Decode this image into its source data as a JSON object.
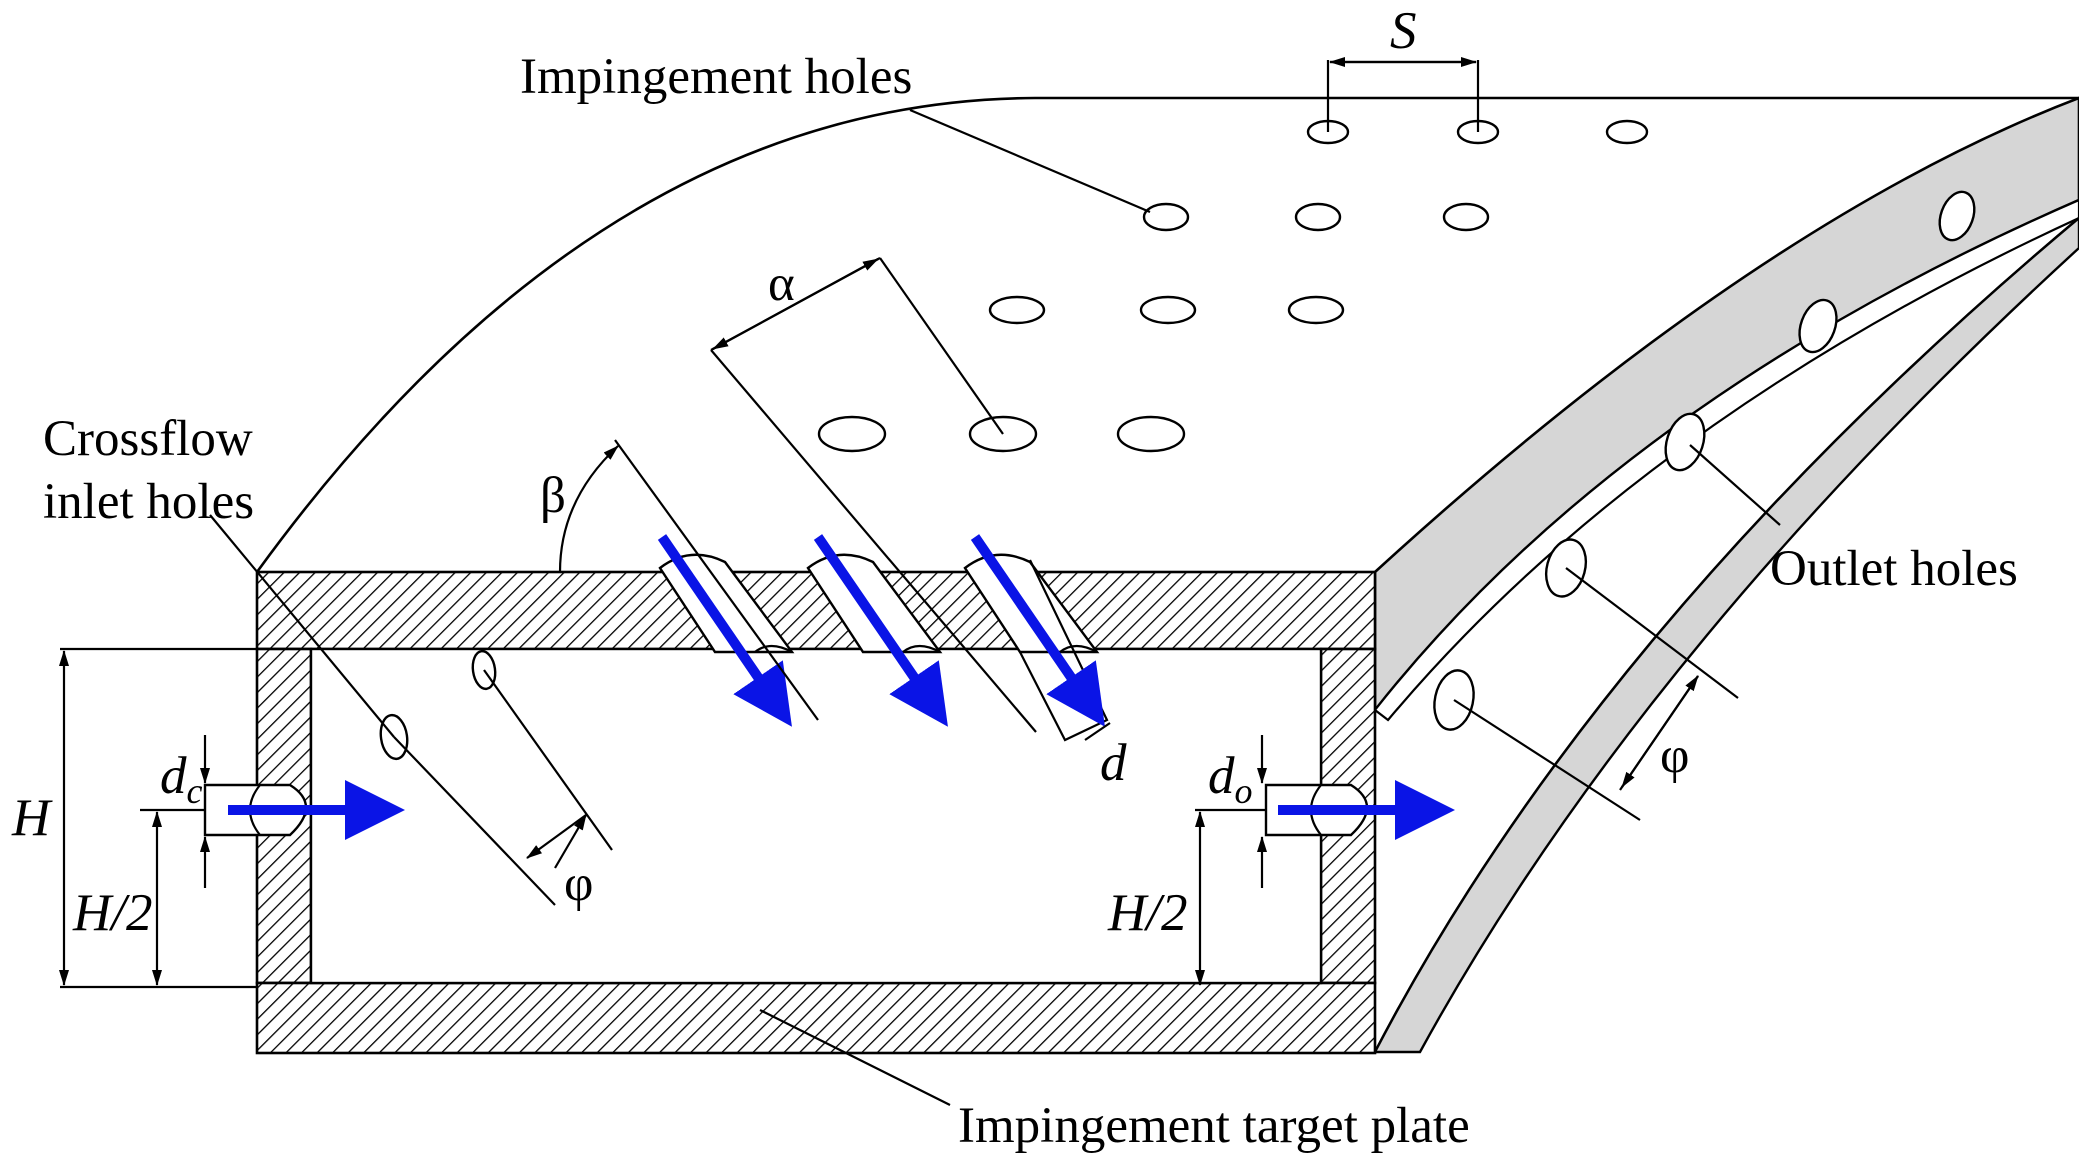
{
  "diagram": {
    "labels": {
      "impingement_holes": "Impingement holes",
      "crossflow_line1": "Crossflow",
      "crossflow_line2": "inlet holes",
      "outlet_holes": "Outlet holes",
      "target_plate": "Impingement target plate"
    },
    "symbols": {
      "spacing": "S",
      "alpha": "α",
      "beta": "β",
      "phi": "φ",
      "diameter": "d",
      "height": "H",
      "half_height": "H/2",
      "crossflow_d_base": "d",
      "crossflow_d_sub": "c",
      "outlet_d_base": "d",
      "outlet_d_sub": "o"
    },
    "colors": {
      "flow_arrow": "#0a14e6",
      "outer_wall": "#d6d6d6",
      "line": "#000000",
      "background": "#ffffff"
    }
  }
}
